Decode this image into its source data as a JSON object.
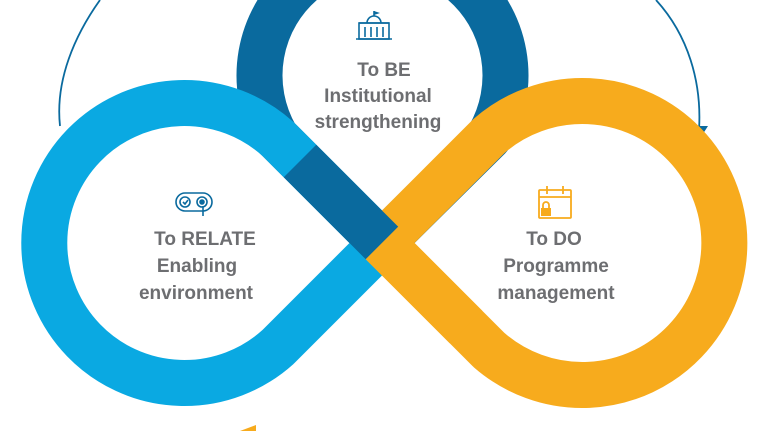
{
  "colors": {
    "be": "#0a6a9e",
    "relate": "#0aa9e2",
    "do": "#f7ab1d",
    "arrow": "#0a6a9e",
    "text": "#6d6e71"
  },
  "nodes": {
    "be": {
      "icon": "institution-building-icon",
      "line1": "To BE",
      "line2": "Institutional",
      "line3": "strengthening"
    },
    "relate": {
      "icon": "handshake-panel-icon",
      "line1": "To RELATE",
      "line2": "Enabling",
      "line3": "environment"
    },
    "do": {
      "icon": "calendar-lock-icon",
      "line1": "To DO",
      "line2": "Programme",
      "line3": "management"
    }
  }
}
